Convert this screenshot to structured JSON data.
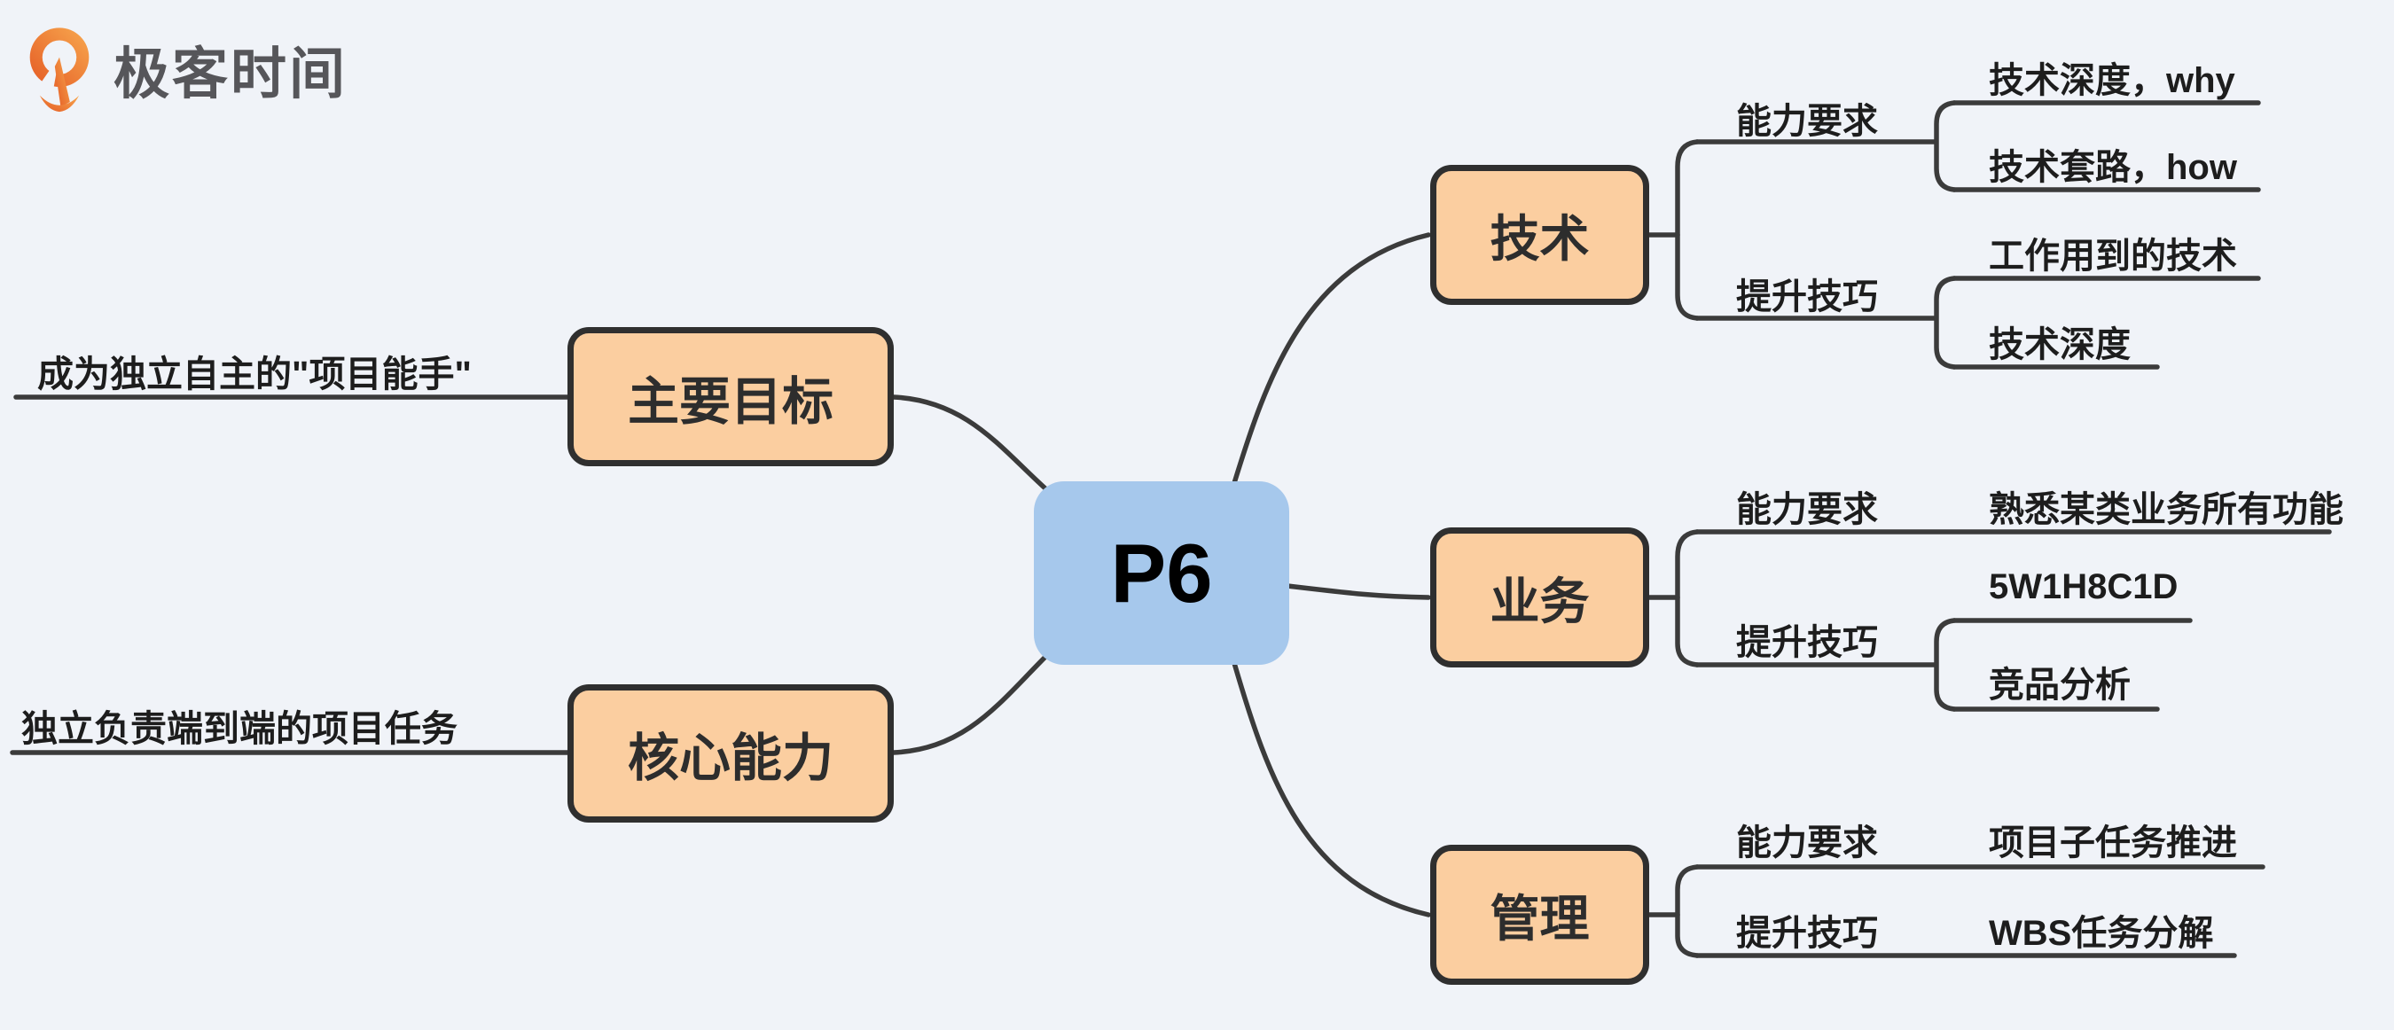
{
  "logo": {
    "text": "极客时间",
    "icon": "geektime-logo-icon"
  },
  "colors": {
    "background": "#F0F3F8",
    "topic_fill_orange": "#FBCEA0",
    "root_fill_blue": "#A6C8EC",
    "border_and_lines": "#2f2f2f",
    "logo_orange_dark": "#E45A24",
    "logo_orange_light": "#F8A94F",
    "logo_text_gray": "#56565a"
  },
  "mindmap": {
    "root": {
      "label": "P6"
    },
    "left_branches": [
      {
        "label": "主要目标",
        "note": "成为独立自主的\"项目能手\""
      },
      {
        "label": "核心能力",
        "note": "独立负责端到端的项目任务"
      }
    ],
    "right_branches": [
      {
        "label": "技术",
        "groups": [
          {
            "label": "能力要求",
            "items": [
              "技术深度，why",
              "技术套路，how"
            ]
          },
          {
            "label": "提升技巧",
            "items": [
              "工作用到的技术",
              "技术深度"
            ]
          }
        ]
      },
      {
        "label": "业务",
        "groups": [
          {
            "label": "能力要求",
            "items": [
              "熟悉某类业务所有功能"
            ]
          },
          {
            "label": "提升技巧",
            "items": [
              "5W1H8C1D",
              "竞品分析"
            ]
          }
        ]
      },
      {
        "label": "管理",
        "groups": [
          {
            "label": "能力要求",
            "items": [
              "项目子任务推进"
            ]
          },
          {
            "label": "提升技巧",
            "items": [
              "WBS任务分解"
            ]
          }
        ]
      }
    ]
  }
}
